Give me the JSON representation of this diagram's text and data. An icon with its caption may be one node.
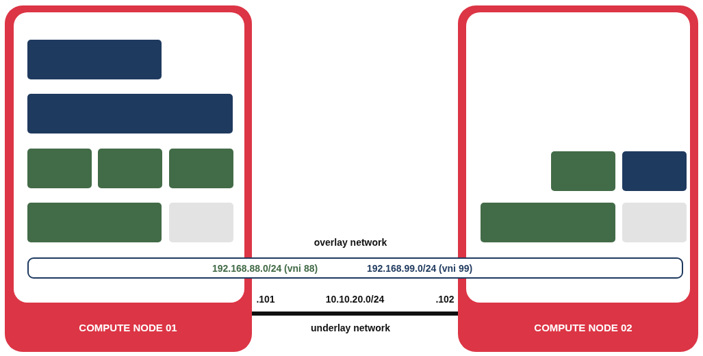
{
  "diagram": {
    "nodes": [
      {
        "text": [
          "COMPUTE NODE 01"
        ]
      },
      {
        "text": [],
        "shape": "box",
        "in": 0
      },
      {
        "text": [],
        "shape": "box",
        "in": 0
      },
      {
        "text": [],
        "shape": "box",
        "in": 0
      },
      {
        "text": [],
        "shape": "box",
        "in": 0
      },
      {
        "text": [],
        "shape": "box",
        "in": 0
      },
      {
        "text": [],
        "shape": "box",
        "in": 0
      },
      {
        "text": [],
        "shape": "box",
        "in": 0
      },
      {
        "text": [
          "COMPUTE NODE 02"
        ]
      },
      {
        "text": [],
        "shape": "box",
        "in": 8
      },
      {
        "text": [],
        "shape": "box",
        "in": 8
      },
      {
        "text": [],
        "shape": "box",
        "in": 8
      },
      {
        "text": [],
        "shape": "box",
        "in": 8
      },
      {
        "text": [
          "192.168.88.0/24 (vni 88)",
          "192.168.99.0/24 (vni 99)"
        ],
        "beside": [
          "overlay network"
        ]
      }
    ],
    "edges": [
      {
        "from": 0,
        "to": 8,
        "arrow": "none",
        "label": "10.10.20.0/24"
      }
    ],
    "labels": [
      ".101",
      ".102",
      "underlay network"
    ]
  }
}
